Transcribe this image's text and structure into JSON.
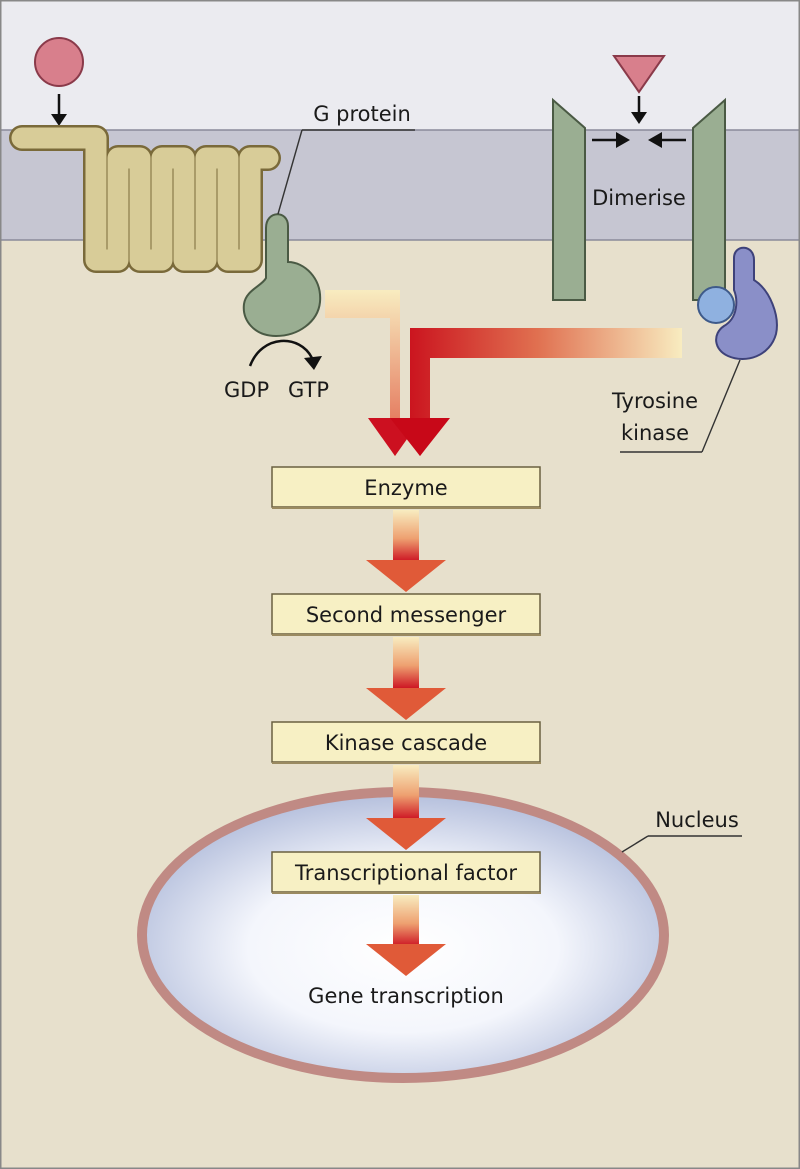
{
  "labels": {
    "g_protein": "G protein",
    "gdp": "GDP",
    "gtp": "GTP",
    "dimerise": "Dimerise",
    "tyrosine_line1": "Tyrosine",
    "tyrosine_line2": "kinase",
    "nucleus": "Nucleus",
    "gene_transcription": "Gene transcription"
  },
  "steps": [
    "Enzyme",
    "Second messenger",
    "Kinase cascade",
    "Transcriptional factor"
  ],
  "colors": {
    "background": "#e7e0cc",
    "membrane": "#c6c6d2",
    "receptor": "#d8cc98",
    "receptor_outline": "#7a6a3a",
    "ligand_circle": "#d87f8c",
    "ligand_triangle": "#d87f8c",
    "g_protein": "#9aae92",
    "tyrosine_kinase": "#8a8fc8",
    "tyrosine_kinase_ball": "#8fb1e0",
    "step_box": "#f7f0c4",
    "arrow_light": "#f8ecc0",
    "arrow_dark": "#cc1020",
    "nucleus_rim": "#c08a84"
  }
}
